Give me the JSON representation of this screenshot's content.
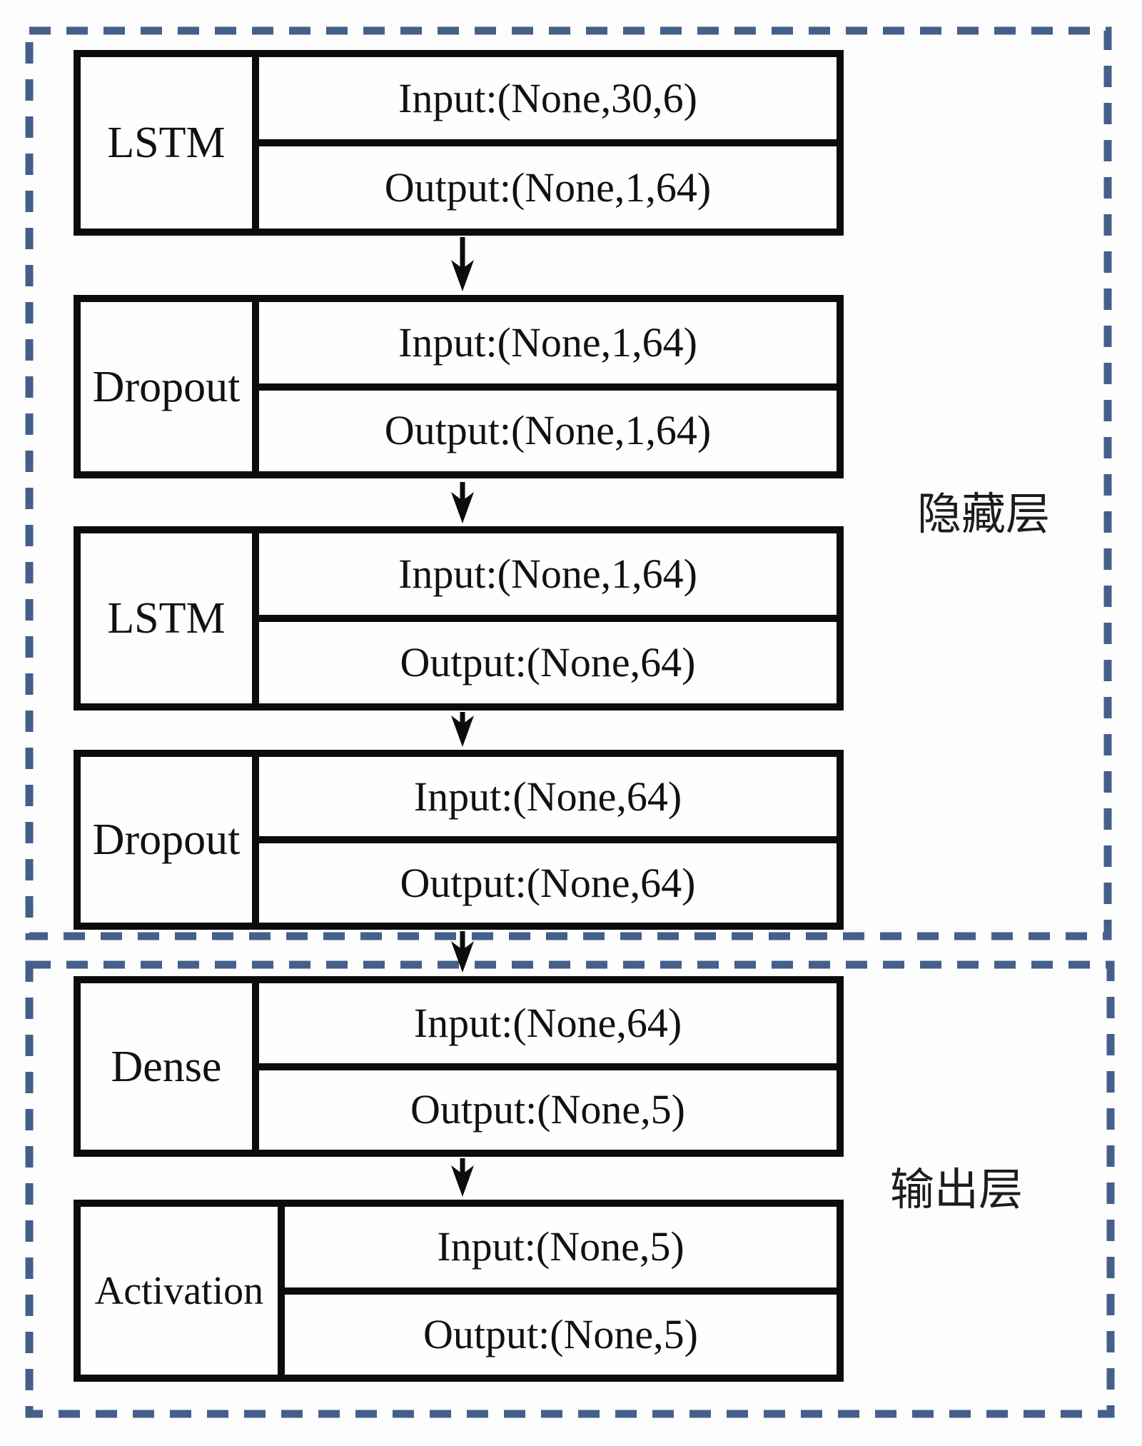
{
  "page": {
    "background": "#fdfdfd"
  },
  "diagram": {
    "type": "flowchart",
    "groups": [
      {
        "id": "hidden-layer",
        "label": "隐藏层"
      },
      {
        "id": "output-layer",
        "label": "输出层"
      }
    ],
    "blocks": [
      {
        "layer": "LSTM",
        "input": "Input:(None,30,6)",
        "output": "Output:(None,1,64)",
        "group": "hidden-layer"
      },
      {
        "layer": "Dropout",
        "input": "Input:(None,1,64)",
        "output": "Output:(None,1,64)",
        "group": "hidden-layer"
      },
      {
        "layer": "LSTM",
        "input": "Input:(None,1,64)",
        "output": "Output:(None,64)",
        "group": "hidden-layer"
      },
      {
        "layer": "Dropout",
        "input": "Input:(None,64)",
        "output": "Output:(None,64)",
        "group": "hidden-layer"
      },
      {
        "layer": "Dense",
        "input": "Input:(None,64)",
        "output": "Output:(None,5)",
        "group": "output-layer"
      },
      {
        "layer": "Activation",
        "input": "Input:(None,5)",
        "output": "Output:(None,5)",
        "group": "output-layer"
      }
    ],
    "connectors": [
      {
        "icon": "down-arrow-icon",
        "from": 0,
        "to": 1
      },
      {
        "icon": "down-arrow-icon",
        "from": 1,
        "to": 2
      },
      {
        "icon": "down-arrow-icon",
        "from": 2,
        "to": 3
      },
      {
        "icon": "down-arrow-icon",
        "from": 3,
        "to": 4
      },
      {
        "icon": "down-arrow-icon",
        "from": 4,
        "to": 5
      }
    ],
    "colors": {
      "group_dash": "#44608a",
      "block_border": "#0c0c0c",
      "text": "#111111"
    }
  }
}
